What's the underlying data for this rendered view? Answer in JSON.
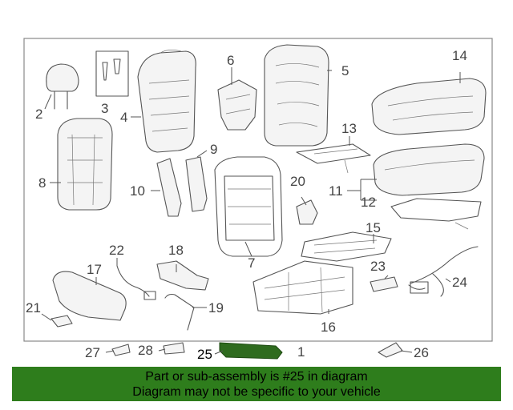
{
  "callouts": {
    "c1": "1",
    "c2": "2",
    "c3": "3",
    "c4": "4",
    "c5": "5",
    "c6": "6",
    "c7": "7",
    "c8": "8",
    "c9": "9",
    "c10": "10",
    "c11": "11",
    "c12": "12",
    "c13": "13",
    "c14": "14",
    "c15": "15",
    "c16": "16",
    "c17": "17",
    "c18": "18",
    "c19": "19",
    "c20": "20",
    "c21": "21",
    "c22": "22",
    "c23": "23",
    "c24": "24",
    "c25": "25",
    "c26": "26",
    "c27": "27",
    "c28": "28"
  },
  "highlighted_part": "25",
  "banner": {
    "line1": "Part or sub-assembly is #25 in diagram",
    "line2": "Diagram may not be specific to your vehicle"
  },
  "colors": {
    "banner_bg": "#2e7d1c",
    "highlight_part": "#2f6b1f",
    "line": "#555555"
  }
}
